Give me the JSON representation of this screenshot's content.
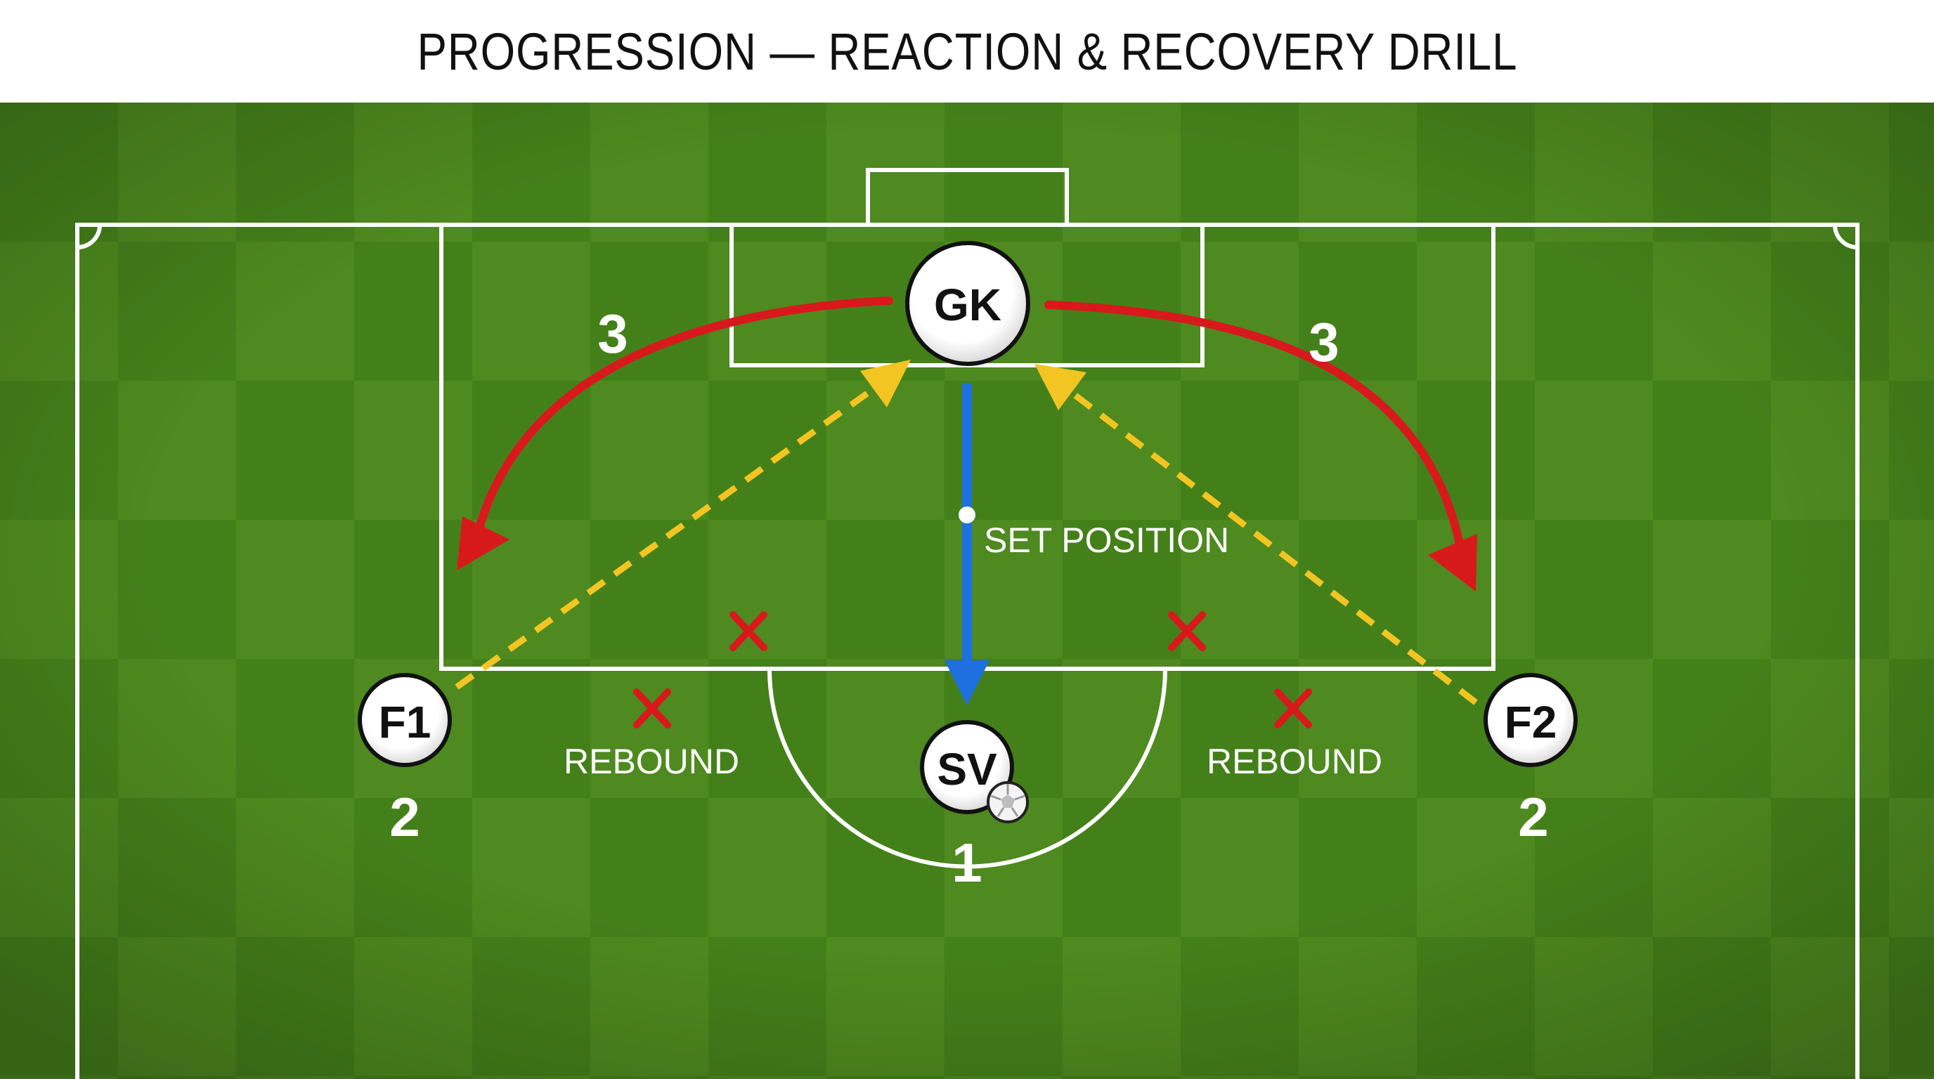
{
  "title": "PROGRESSION — REACTION & RECOVERY DRILL",
  "colors": {
    "pitch_light": "#4f8a1f",
    "pitch_dark": "#3f7716",
    "line": "#ffffff",
    "recovery_arrow": "#d8191c",
    "shot_arrow": "#f2c522",
    "set_position_arrow": "#1e6fe0",
    "marker_x": "#d8191c"
  },
  "players": {
    "gk": {
      "label": "GK"
    },
    "sv": {
      "label": "SV"
    },
    "f1": {
      "label": "F1"
    },
    "f2": {
      "label": "F2"
    }
  },
  "sequence_numbers": {
    "sv": "1",
    "f1": "2",
    "f2": "2",
    "recovery_left": "3",
    "recovery_right": "3"
  },
  "annotations": {
    "set_position": "SET POSITION",
    "rebound_left": "REBOUND",
    "rebound_right": "REBOUND"
  },
  "icons": [
    "ball-icon",
    "rebound-x-marker",
    "arrowhead"
  ]
}
